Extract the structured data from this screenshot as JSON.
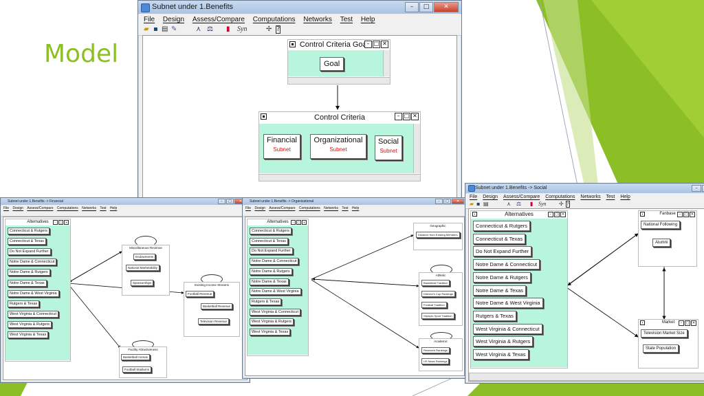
{
  "slide": {
    "title": "Model"
  },
  "top_window": {
    "title": "Subnet under 1.Benefits",
    "menu": [
      "File",
      "Design",
      "Assess/Compare",
      "Computations",
      "Networks",
      "Test",
      "Help"
    ],
    "toolbar_syn": "Syn",
    "goal_cluster": {
      "title": "Control Criteria Goal",
      "node": "Goal"
    },
    "criteria_cluster": {
      "title": "Control Criteria",
      "nodes": [
        {
          "label": "Financial",
          "sub": "Subnet"
        },
        {
          "label": "Organizational",
          "sub": "Subnet"
        },
        {
          "label": "Social",
          "sub": "Subnet"
        }
      ]
    }
  },
  "alternatives": [
    "Connecticut & Rutgers",
    "Connecticut & Texas",
    "Do Not Expand Further",
    "Notre Dame & Connecticut",
    "Notre Dame & Rutgers",
    "Notre Dame & Texas",
    "Notre Dame & West Virginia",
    "Rutgers & Texas",
    "West Virginia & Connecticut",
    "West Virginia & Rutgers",
    "West Virginia & Texas"
  ],
  "financial_window": {
    "title": "Subnet under 1.Benefits -> Financial",
    "menu": [
      "File",
      "Design",
      "Assess/Compare",
      "Computations",
      "Networks",
      "Test",
      "Help"
    ],
    "alt_title": "Alternatives",
    "misc": {
      "title": "Miscellaneous Revenue",
      "nodes": [
        "Endowments",
        "National Marketability",
        "Sponsorships"
      ]
    },
    "existing": {
      "title": "Existing Income Streams",
      "nodes": [
        "Football Revenue",
        "Basketball Revenue",
        "Television Revenue"
      ]
    },
    "facility": {
      "title": "Facility Attractiveness",
      "nodes": [
        "Basketball Arenas",
        "Football Stadiums"
      ]
    }
  },
  "org_window": {
    "title": "Subnet under 1.Benefits -> Organizational",
    "menu": [
      "File",
      "Design",
      "Assess/Compare",
      "Computations",
      "Networks",
      "Test",
      "Help"
    ],
    "alt_title": "Alternatives",
    "geo": {
      "title": "Geographic",
      "nodes": [
        "Distance from Existing Members"
      ]
    },
    "athletic": {
      "title": "Athletic",
      "nodes": [
        "Basketball Tradition",
        "Director's Cup Rankings",
        "Football Tradition",
        "Olympic Sport Tradition"
      ]
    },
    "academic": {
      "title": "Academic",
      "nodes": [
        "Research Rankings",
        "US News Rankings"
      ]
    }
  },
  "social_window": {
    "title": "Subnet under 1.Benefits -> Social",
    "menu": [
      "File",
      "Design",
      "Assess/Compare",
      "Computations",
      "Networks",
      "Test",
      "Help"
    ],
    "toolbar_syn": "Syn",
    "alt_title": "Alternatives",
    "fanbase": {
      "title": "Fanbase",
      "nodes": [
        "National Following",
        "Alumni"
      ]
    },
    "market": {
      "title": "Market",
      "nodes": [
        "Television Market Size",
        "State Population"
      ]
    }
  },
  "colors": {
    "slide_accent": "#8cbf26",
    "cluster_fill": "#b8f5dd",
    "subnet_text": "#dd1111"
  }
}
